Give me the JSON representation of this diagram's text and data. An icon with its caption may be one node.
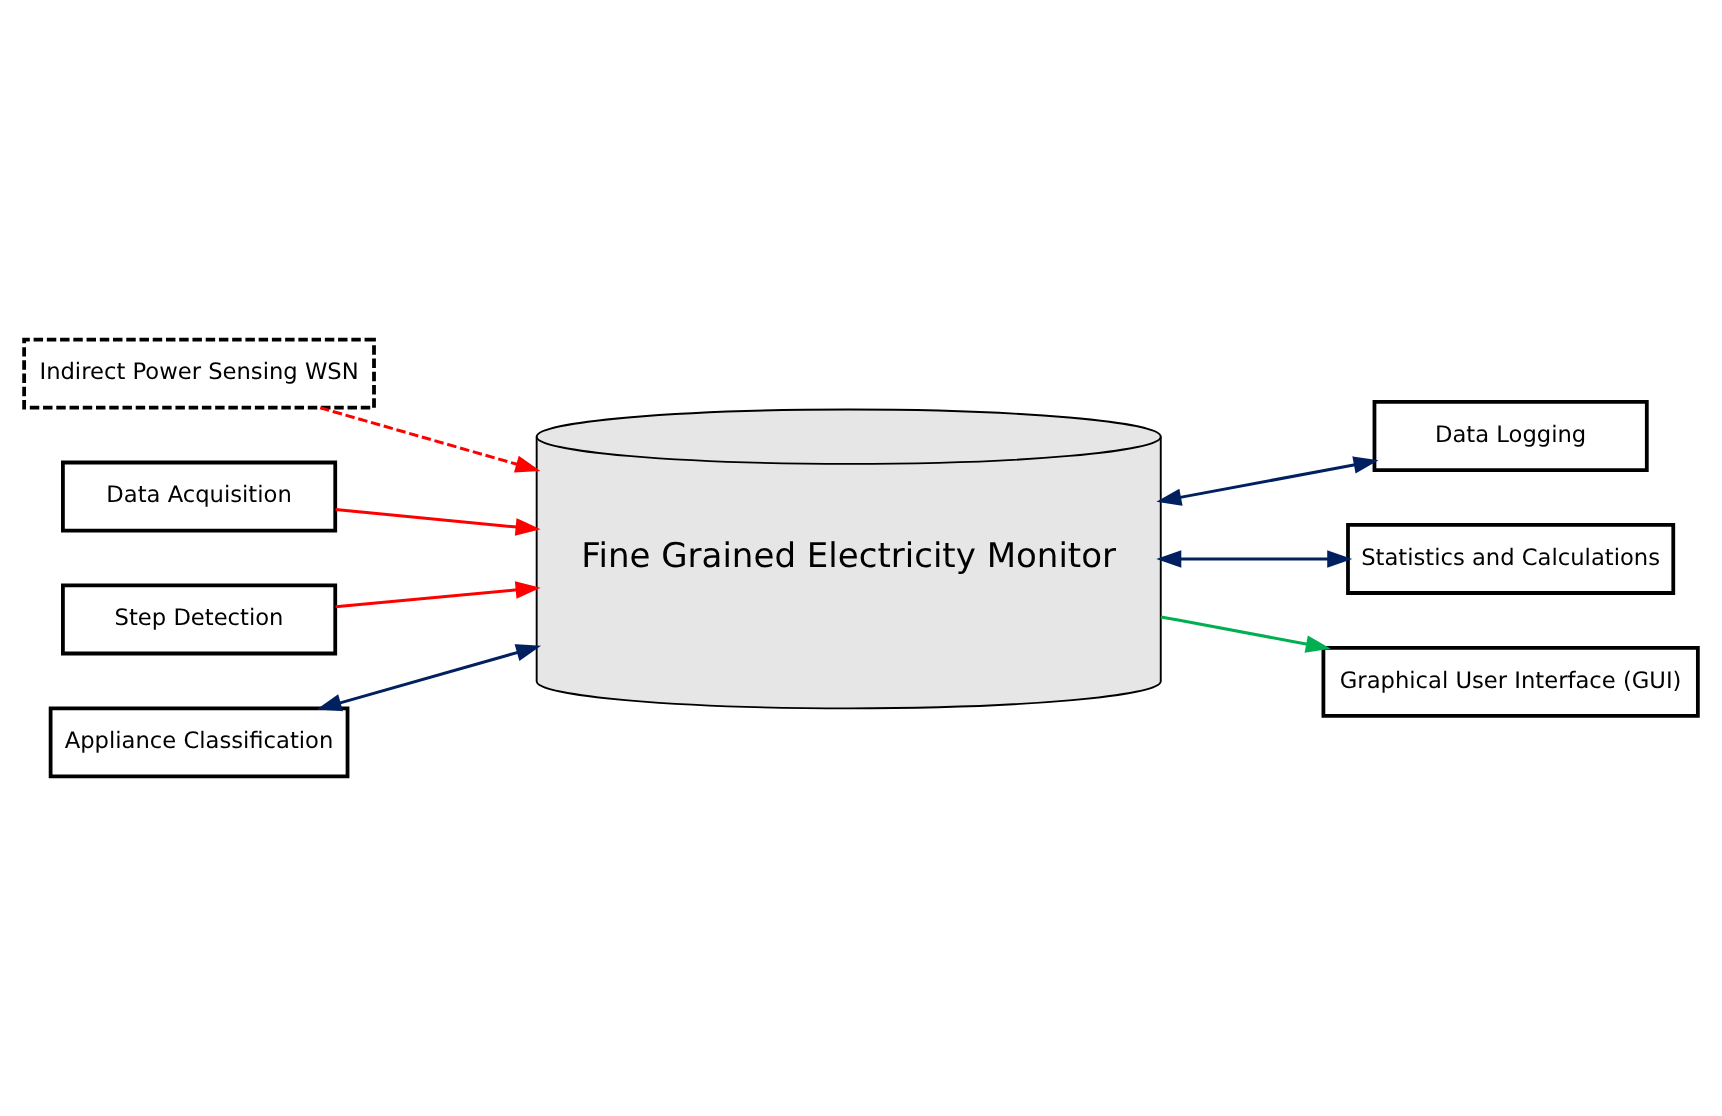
{
  "diagram": {
    "nodes": [
      {
        "text": [
          "Indirect Power Sensing WSN"
        ]
      },
      {
        "text": [
          "Data Acquisition"
        ]
      },
      {
        "text": [
          "Step Detection"
        ]
      },
      {
        "text": [
          "Appliance Classification"
        ]
      },
      {
        "text": [
          "Fine Grained Electricity Monitor"
        ]
      },
      {
        "text": [
          "Data Logging"
        ]
      },
      {
        "text": [
          "Statistics and Calculations"
        ]
      },
      {
        "text": [
          "Graphical User Interface (GUI)"
        ]
      }
    ],
    "edges": [
      {
        "from": 0,
        "to": 4,
        "arrow": "to",
        "style": "dashed",
        "color": "#ff0000"
      },
      {
        "from": 1,
        "to": 4,
        "arrow": "to",
        "color": "#ff0000"
      },
      {
        "from": 2,
        "to": 4,
        "arrow": "to",
        "color": "#ff0000"
      },
      {
        "from": 3,
        "to": 4,
        "arrow": "both",
        "color": "#002060"
      },
      {
        "from": 4,
        "to": 5,
        "arrow": "both",
        "color": "#002060"
      },
      {
        "from": 4,
        "to": 6,
        "arrow": "both",
        "color": "#002060"
      },
      {
        "from": 4,
        "to": 7,
        "arrow": "to",
        "color": "#00b050"
      }
    ]
  }
}
